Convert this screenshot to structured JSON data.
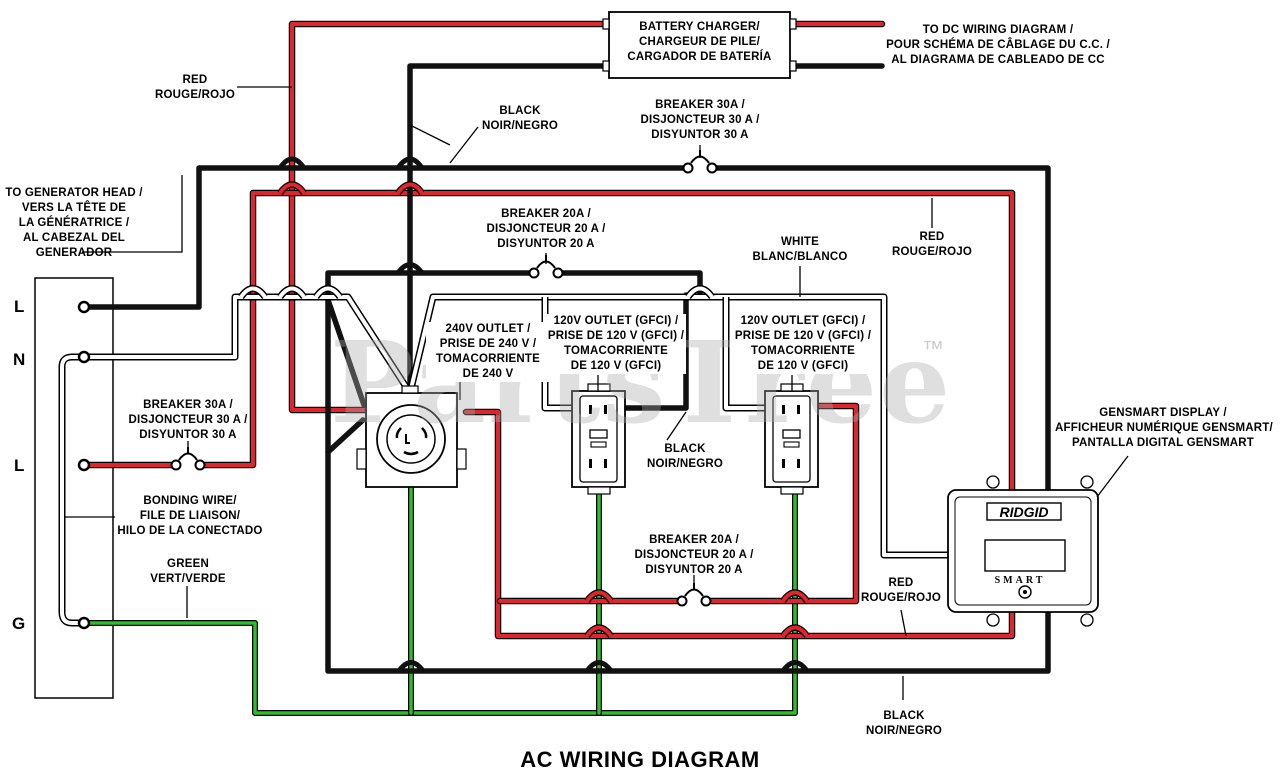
{
  "title": "AC WIRING DIAGRAM",
  "watermark": "PartsTree",
  "watermark_mark": "™",
  "terminals": {
    "l1": "L",
    "n": "N",
    "l2": "L",
    "g": "G"
  },
  "colors": {
    "red": "#e0262c",
    "black": "#111111",
    "green": "#2fbd2a",
    "white": "#ffffff"
  },
  "labels": {
    "battery_charger": [
      "BATTERY CHARGER/",
      "CHARGEUR DE PILE/",
      "CARGADOR DE BATERÍA"
    ],
    "to_dc": [
      "TO DC WIRING DIAGRAM /",
      "POUR SCHÉMA DE CÂBLAGE DU C.C. /",
      "AL DIAGRAMA DE CABLEADO DE CC"
    ],
    "red_top": [
      "RED",
      "ROUGE/ROJO"
    ],
    "black_top": [
      "BLACK",
      "NOIR/NEGRO"
    ],
    "breaker_30_top": [
      "BREAKER 30A /",
      "DISJONCTEUR 30 A /",
      "DISYUNTOR 30 A"
    ],
    "generator_head": [
      "TO GENERATOR HEAD /",
      "VERS LA TÊTE DE",
      "LA GÉNÉRATRICE /",
      "AL CABEZAL DEL",
      "GENERADOR"
    ],
    "breaker_20_top": [
      "BREAKER 20A /",
      "DISJONCTEUR 20 A /",
      "DISYUNTOR 20 A"
    ],
    "red_right": [
      "RED",
      "ROUGE/ROJO"
    ],
    "white": [
      "WHITE",
      "BLANC/BLANCO"
    ],
    "outlet_240": [
      "240V OUTLET /",
      "PRISE DE 240 V /",
      "TOMACORRIENTE",
      "DE 240 V"
    ],
    "outlet_120_a": [
      "120V OUTLET (GFCI) /",
      "PRISE DE 120 V (GFCI) /",
      "TOMACORRIENTE",
      "DE 120 V (GFCI)"
    ],
    "outlet_120_b": [
      "120V OUTLET (GFCI) /",
      "PRISE DE 120 V (GFCI) /",
      "TOMACORRIENTE",
      "DE 120 V (GFCI)"
    ],
    "breaker_30_left": [
      "BREAKER 30A /",
      "DISJONCTEUR 30 A /",
      "DISYUNTOR 30 A"
    ],
    "black_mid": [
      "BLACK",
      "NOIR/NEGRO"
    ],
    "gensmart": [
      "GENSMART DISPLAY /",
      "AFFICHEUR NUMÉRIQUE GENSMART/",
      "PANTALLA DIGITAL GENSMART"
    ],
    "bonding": [
      "BONDING WIRE/",
      "FILE DE LIAISON/",
      "HILO DE LA CONECTADO"
    ],
    "green": [
      "GREEN",
      "VERT/VERDE"
    ],
    "breaker_20_bottom": [
      "BREAKER 20A /",
      "DISJONCTEUR 20 A /",
      "DISYUNTOR 20 A"
    ],
    "red_bottom": [
      "RED",
      "ROUGE/ROJO"
    ],
    "black_bottom": [
      "BLACK",
      "NOIR/NEGRO"
    ]
  },
  "display": {
    "brand": "RIDGID",
    "model": "SMART"
  }
}
